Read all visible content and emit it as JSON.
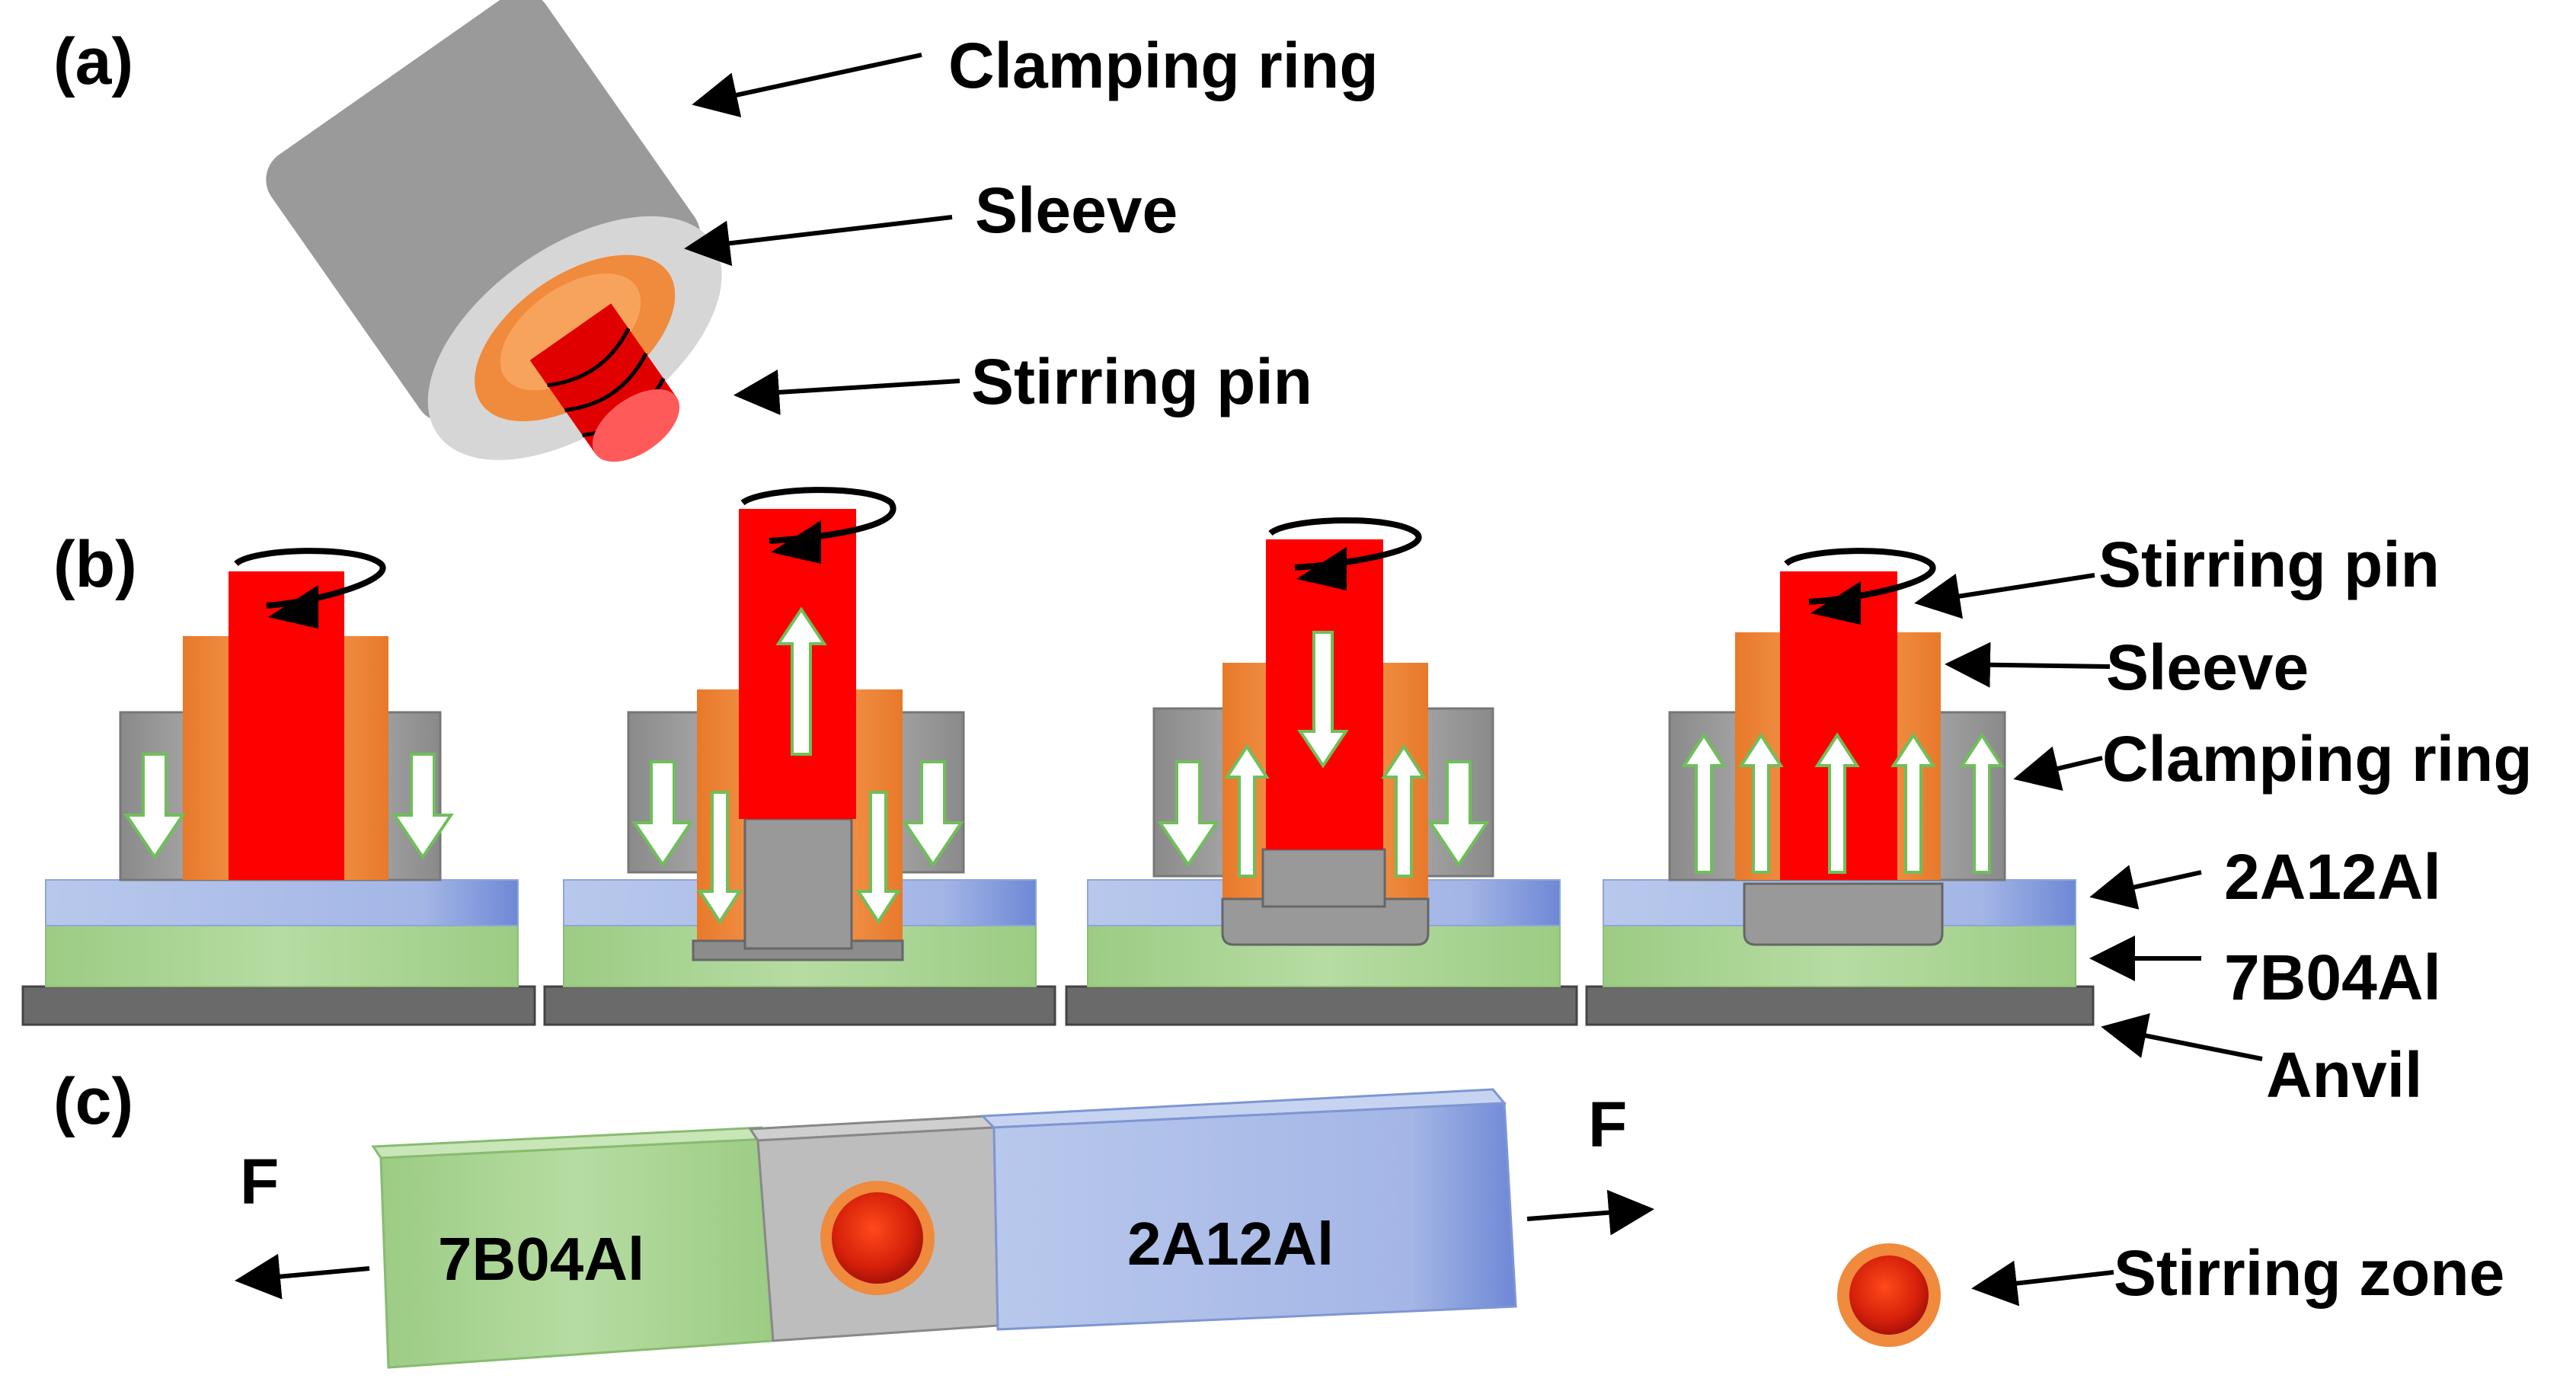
{
  "panels": {
    "a": "(a)",
    "b": "(b)",
    "c": "(c)"
  },
  "panel_a": {
    "clamping_ring": "Clamping ring",
    "sleeve": "Sleeve",
    "stirring_pin": "Stirring pin"
  },
  "panel_b": {
    "stirring_pin": "Stirring pin",
    "sleeve": "Sleeve",
    "clamping_ring": "Clamping ring",
    "top_sheet": "2A12Al",
    "bottom_sheet": "7B04Al",
    "anvil": "Anvil"
  },
  "panel_c": {
    "left_block": "7B04Al",
    "right_block": "2A12Al",
    "force_left": "F",
    "force_right": "F",
    "stirring_zone": "Stirring zone"
  },
  "colors": {
    "clamping_ring": "#9a9a9a",
    "sleeve": "#f08a3c",
    "stirring_pin": "#ff0000",
    "sheet_2a12": "#a9c6ea",
    "sheet_7b04": "#aed79a",
    "anvil": "#6a6a6a",
    "arrow_fill": "#ffffff",
    "arrow_stroke": "#6fbf5a",
    "stir_zone": "#e23a12"
  }
}
